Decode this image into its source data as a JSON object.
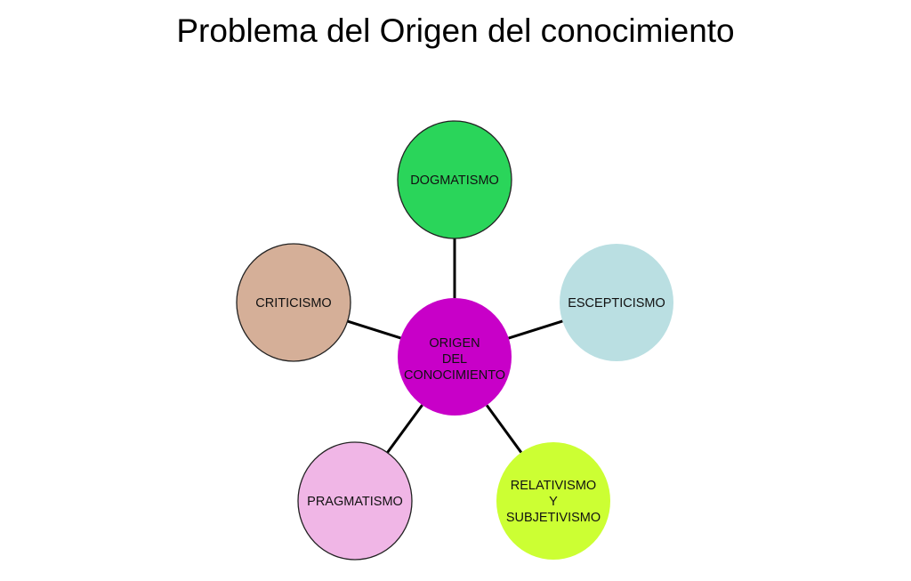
{
  "title": "Problema del Origen del conocimiento",
  "center": {
    "lines": [
      "ORIGEN",
      "DEL",
      "CONOCIMIENTO"
    ],
    "color": "#C800C8"
  },
  "nodes": [
    {
      "id": "dogmatismo",
      "lines": [
        "DOGMATISMO"
      ],
      "color": "#2AD55A",
      "border": true
    },
    {
      "id": "escepticismo",
      "lines": [
        "ESCEPTICISMO"
      ],
      "color": "#BADFE2",
      "border": false
    },
    {
      "id": "relativismo",
      "lines": [
        "RELATIVISMO",
        "Y",
        "SUBJETIVISMO"
      ],
      "color": "#CCFF33",
      "border": false
    },
    {
      "id": "pragmatismo",
      "lines": [
        "PRAGMATISMO"
      ],
      "color": "#F0B6E6",
      "border": true
    },
    {
      "id": "criticismo",
      "lines": [
        "CRITICISMO"
      ],
      "color": "#D5AF98",
      "border": true
    }
  ]
}
